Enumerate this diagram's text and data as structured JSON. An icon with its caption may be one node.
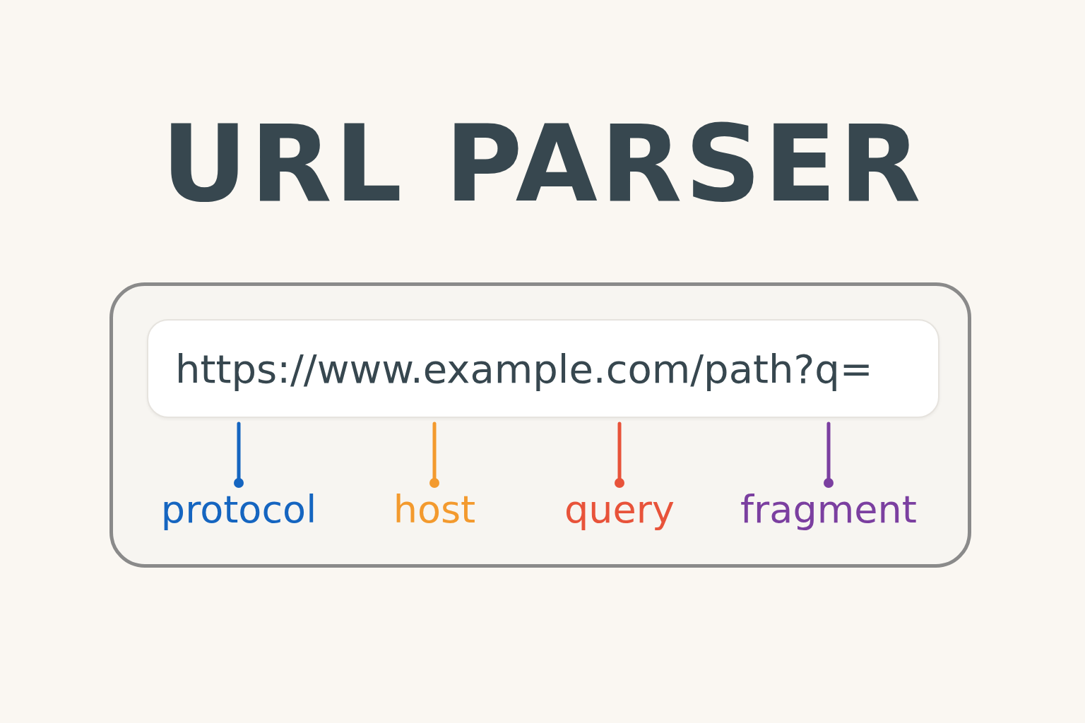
{
  "diagram": {
    "title": "URL PARSER",
    "nodes": [
      {
        "text": [
          "https://www.example.com/path?q="
        ]
      },
      {
        "text": [
          "protocol"
        ]
      },
      {
        "text": [
          "host"
        ]
      },
      {
        "text": [
          "query"
        ]
      },
      {
        "text": [
          "fragment"
        ]
      }
    ],
    "edges": [
      {
        "from": 1,
        "to": 0,
        "arrow": "other",
        "color": "#1565c0"
      },
      {
        "from": 2,
        "to": 0,
        "arrow": "other",
        "color": "#f39a2e"
      },
      {
        "from": 3,
        "to": 0,
        "arrow": "other",
        "color": "#e8533a"
      },
      {
        "from": 4,
        "to": 0,
        "arrow": "other",
        "color": "#7b3fa0"
      }
    ]
  }
}
